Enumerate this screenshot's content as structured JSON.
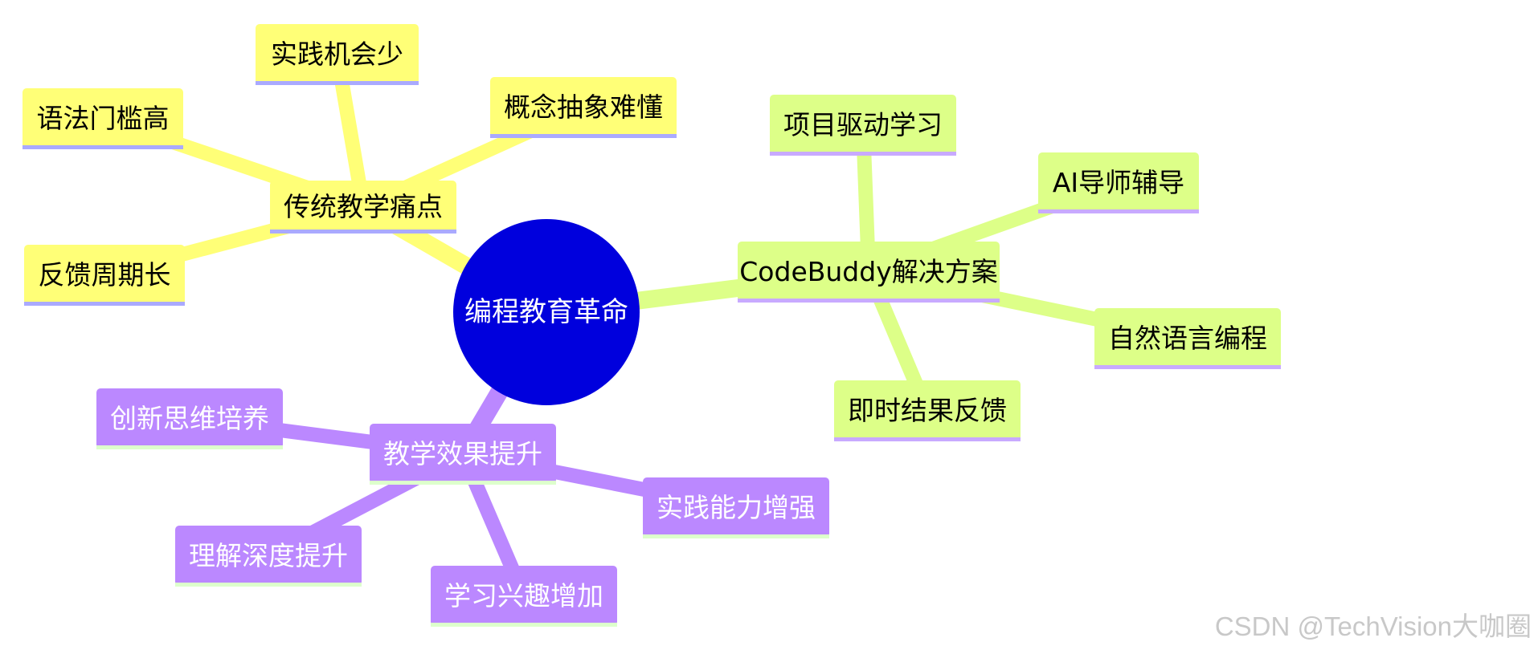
{
  "root": {
    "label": "编程教育革命",
    "color": "#0000dd"
  },
  "branches": [
    {
      "id": "pain",
      "label": "传统教学痛点",
      "color": "#ffff77",
      "edge": "#ffff77",
      "underline": "#aaaaff",
      "text_color": "#000000",
      "children": [
        "实践机会少",
        "语法门槛高",
        "概念抽象难懂",
        "反馈周期长"
      ]
    },
    {
      "id": "solution",
      "label": "CodeBuddy解决方案",
      "color": "#ddff88",
      "edge": "#ddff88",
      "underline": "#c8aaff",
      "text_color": "#000000",
      "children": [
        "项目驱动学习",
        "AI导师辅导",
        "自然语言编程",
        "即时结果反馈"
      ]
    },
    {
      "id": "effect",
      "label": "教学效果提升",
      "color": "#bb88ff",
      "edge": "#bb88ff",
      "underline": "#ddffcc",
      "text_color": "#ffffff",
      "children": [
        "创新思维培养",
        "理解深度提升",
        "学习兴趣增加",
        "实践能力增强"
      ]
    }
  ],
  "watermark": "CSDN @TechVision大咖圈"
}
